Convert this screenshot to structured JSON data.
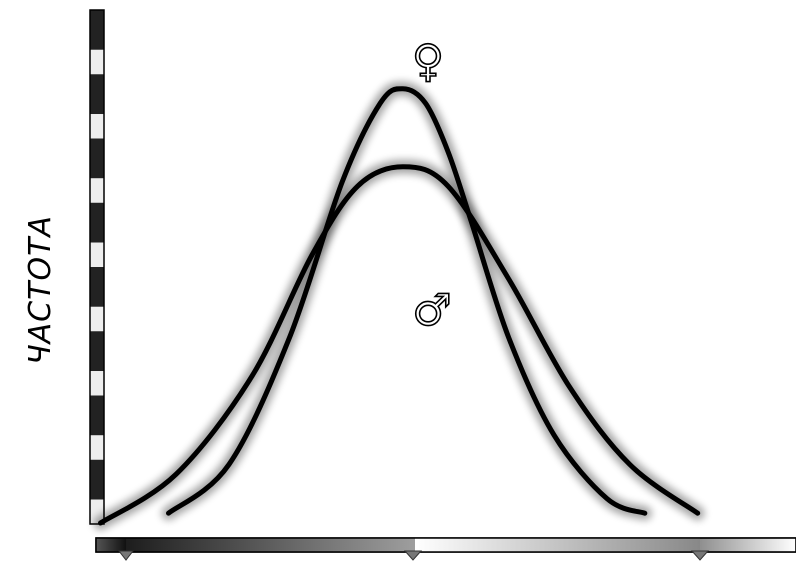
{
  "chart_data": {
    "type": "line",
    "title": "",
    "xlabel": "",
    "ylabel": "ЧАСТОТА",
    "x_range": [
      0,
      1
    ],
    "y_range": [
      0,
      1
    ],
    "grid": false,
    "legend": "none",
    "series": [
      {
        "symbol": "♀",
        "color": "#000000",
        "x": [
          0.17,
          0.25,
          0.33,
          0.4,
          0.45,
          0.48,
          0.51,
          0.54,
          0.57,
          0.62,
          0.68,
          0.75,
          0.8
        ],
        "y": [
          0.02,
          0.12,
          0.38,
          0.7,
          0.86,
          0.89,
          0.86,
          0.76,
          0.62,
          0.38,
          0.18,
          0.05,
          0.02
        ]
      },
      {
        "symbol": "♂",
        "color": "#000000",
        "x": [
          0.08,
          0.18,
          0.28,
          0.36,
          0.42,
          0.48,
          0.54,
          0.62,
          0.7,
          0.78,
          0.87
        ],
        "y": [
          0.0,
          0.1,
          0.3,
          0.55,
          0.69,
          0.73,
          0.69,
          0.5,
          0.28,
          0.12,
          0.02
        ]
      }
    ]
  }
}
